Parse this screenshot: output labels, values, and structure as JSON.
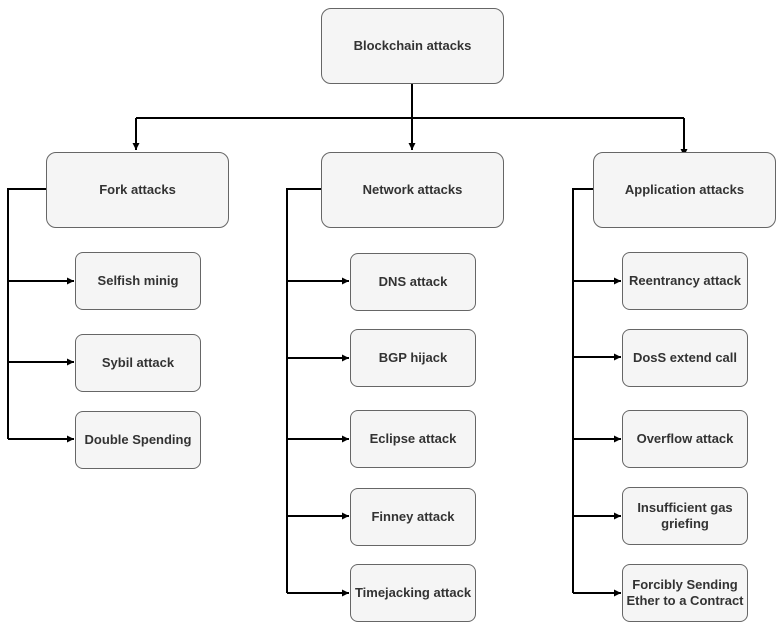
{
  "root": {
    "label": "Blockchain attacks"
  },
  "categories": [
    {
      "label": "Fork attacks",
      "items": [
        "Selfish minig",
        "Sybil attack",
        "Double Spending"
      ]
    },
    {
      "label": "Network attacks",
      "items": [
        "DNS attack",
        "BGP hijack",
        "Eclipse attack",
        "Finney attack",
        "Timejacking attack"
      ]
    },
    {
      "label": "Application attacks",
      "items": [
        "Reentrancy attack",
        "DosS extend call",
        "Overflow attack",
        "Insufficient gas griefing",
        "Forcibly Sending Ether to a Contract"
      ]
    }
  ],
  "colors": {
    "node_fill": "#f5f5f5",
    "node_border": "#666666",
    "text": "#333333",
    "connector": "#000000"
  }
}
